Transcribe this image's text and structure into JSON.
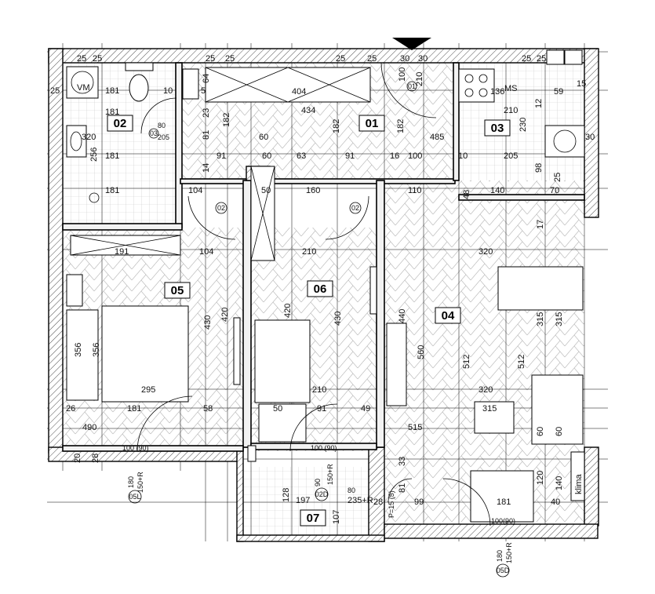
{
  "rooms": [
    {
      "id": "r01",
      "label": "01"
    },
    {
      "id": "r02",
      "label": "02"
    },
    {
      "id": "r03",
      "label": "03"
    },
    {
      "id": "r04",
      "label": "04"
    },
    {
      "id": "r05",
      "label": "05"
    },
    {
      "id": "r06",
      "label": "06"
    },
    {
      "id": "r07",
      "label": "07"
    }
  ],
  "fixtures": {
    "washing_machine": "VM",
    "dishwasher": "MS",
    "klima": "klima"
  },
  "door_tags": {
    "d01": "01",
    "d02a": "02",
    "d02b": "02",
    "d03": "03",
    "d05l": "05L",
    "d02d": "02D",
    "d05d": "05D"
  },
  "dimensions": {
    "top_row": [
      "25",
      "25",
      "25",
      "25",
      "25",
      "25",
      "30",
      "30",
      "25",
      "25"
    ],
    "r01_top": "404",
    "r01_width": "434",
    "r01_height": "182",
    "r01_right": "182",
    "r01_mid_right": "182",
    "hall_485": "485",
    "door_01": "100",
    "door_01_h": "210",
    "r02_w1": "181",
    "r02_w2": "181",
    "r02_w3": "181",
    "r02_w4": "181",
    "r02_h": "320",
    "r02_h2": "256",
    "r03_w": "136",
    "r03_w2": "210",
    "r03_w3": "205",
    "r03_w4": "140",
    "r03_h": "230",
    "r03_59": "59",
    "r03_15": "15",
    "r03_12": "12",
    "r03_98": "98",
    "r03_25": "25",
    "r03_70": "70",
    "r03_48": "48",
    "mid_60": "60",
    "mid_91": "91",
    "mid_60b": "60",
    "mid_63": "63",
    "mid_91b": "91",
    "mid_16": "16",
    "mid_100": "100",
    "mid_10": "10",
    "row2_104": "104",
    "row2_50": "50",
    "row2_160": "160",
    "row2_110": "110",
    "r05_191": "191",
    "r05_104": "104",
    "r05_430": "430",
    "r05_420": "420",
    "r05_356a": "356",
    "r05_356b": "356",
    "r05_295": "295",
    "r05_181": "181",
    "r05_58": "58",
    "r05_490": "490",
    "r05_26": "26",
    "r06_210": "210",
    "r06_420": "420",
    "r06_430": "430",
    "r06_210b": "210",
    "r06_50": "50",
    "r06_91": "91",
    "r06_49": "49",
    "r04_320": "320",
    "r04_440": "440",
    "r04_560": "560",
    "r04_512a": "512",
    "r04_512b": "512",
    "r04_315a": "315",
    "r04_315b": "315",
    "r04_315c": "315",
    "r04_320b": "320",
    "r04_515": "515",
    "r04_17": "17",
    "r04_60a": "60",
    "r04_60b": "60",
    "r04_120": "120",
    "r04_140": "140",
    "r04_181": "181",
    "r04_40": "40",
    "r07_128": "128",
    "r07_197": "197",
    "r07_107": "107",
    "r07_99": "99",
    "r07_81": "81",
    "r07_33": "33",
    "r07_28": "28",
    "r07_235": "235+R",
    "r07_150": "150+R",
    "r07_80": "80",
    "r07_90": "90",
    "win_100_90a": "100 (90)",
    "win_100_90b": "100 (90)",
    "win_100_90c": "100(90)",
    "win_180a": "180",
    "win_150a": "150+R",
    "win_180b": "180",
    "win_150b": "150+R",
    "win_ps": "P=15 (5)",
    "side_25": "25",
    "side_30": "30",
    "side_20": "20",
    "side_28": "28",
    "side_64": "64",
    "side_23": "23",
    "side_81": "81",
    "side_14": "14",
    "side_10": "10",
    "side_205": "205",
    "side_80": "80",
    "side_5": "5"
  }
}
